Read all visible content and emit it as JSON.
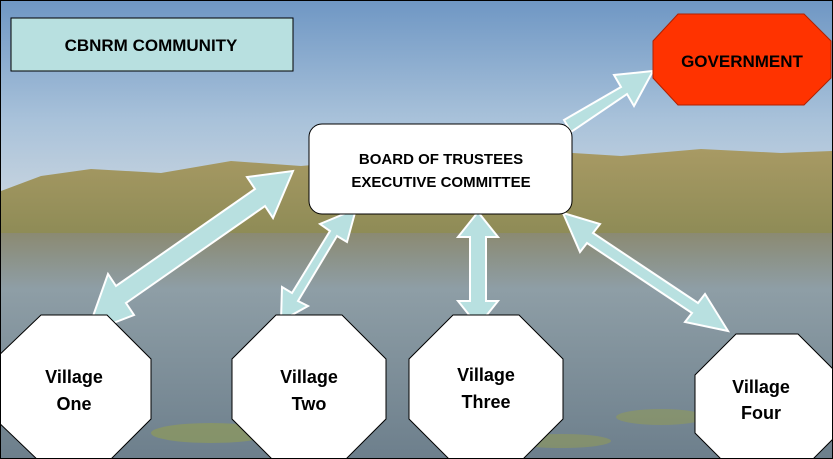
{
  "title": "CBNRM COMMUNITY",
  "government": "GOVERNMENT",
  "board": {
    "line1": "BOARD OF TRUSTEES",
    "line2": "EXECUTIVE COMMITTEE"
  },
  "villages": [
    {
      "line1": "Village",
      "line2": "One"
    },
    {
      "line1": "Village",
      "line2": "Two"
    },
    {
      "line1": "Village",
      "line2": "Three"
    },
    {
      "line1": "Village",
      "line2": "Four"
    }
  ],
  "colors": {
    "title_box": "#b8e0e0",
    "government": "#ff3300",
    "arrow_fill": "#b8e0e0",
    "sky": "#8fb4d6",
    "reeds": "#b8a46a",
    "water": "#7a8f9c"
  }
}
